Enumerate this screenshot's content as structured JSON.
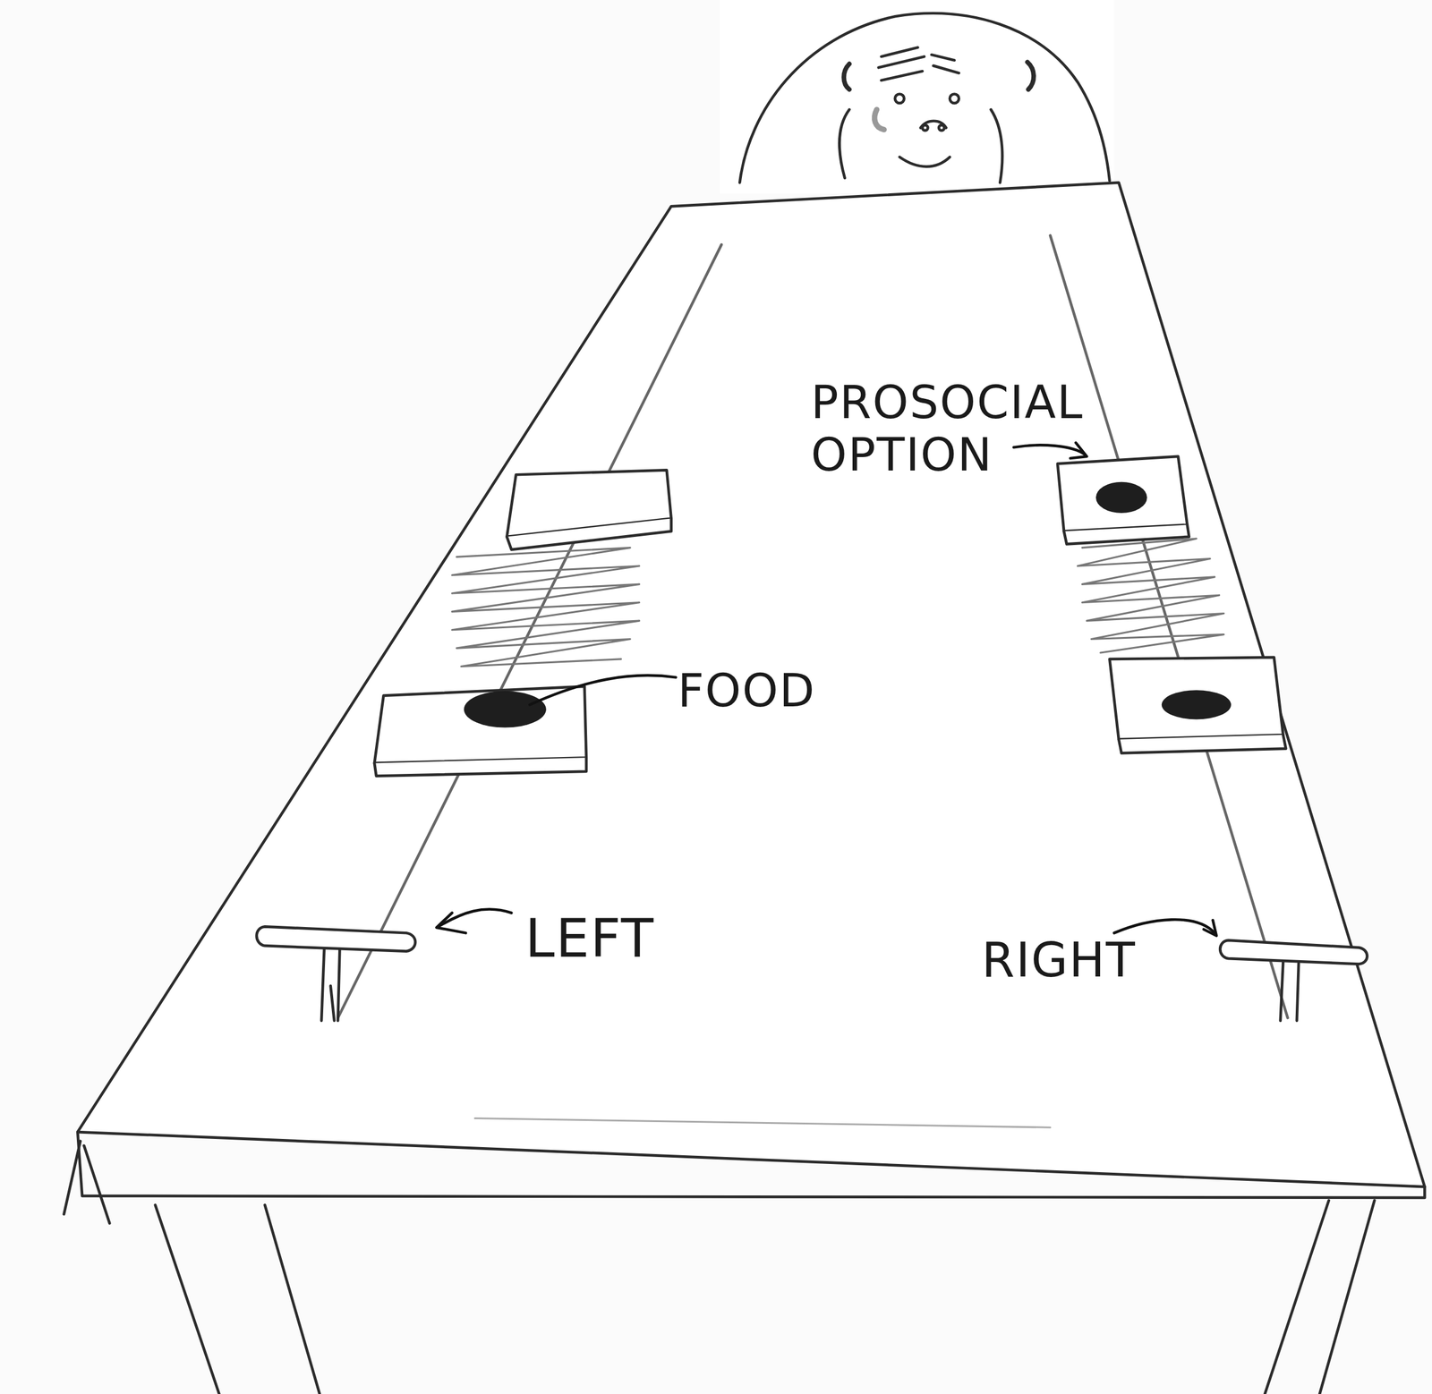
{
  "diagram": {
    "labels": [
      "PROSOCIAL OPTION",
      "FOOD",
      "LEFT",
      "RIGHT"
    ]
  }
}
